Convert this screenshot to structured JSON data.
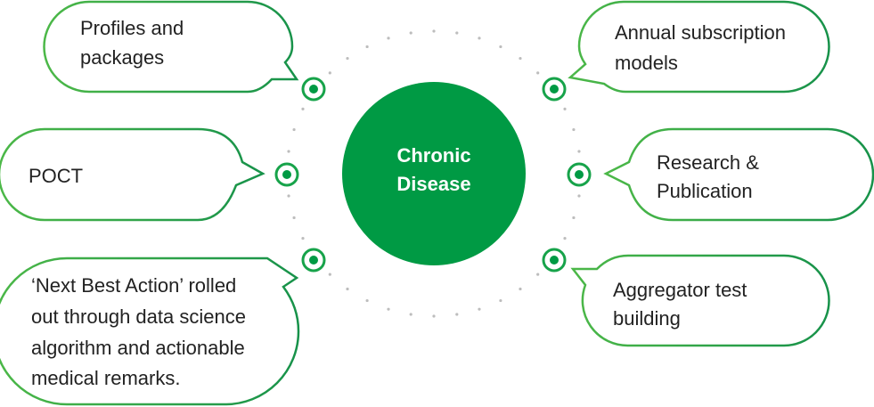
{
  "center": {
    "lines": [
      "Chronic",
      "Disease"
    ]
  },
  "bubbles": [
    {
      "lines": [
        "Profiles and",
        "packages"
      ]
    },
    {
      "lines": [
        "POCT"
      ]
    },
    {
      "lines": [
        "‘Next Best Action’ rolled",
        "out through data science",
        "algorithm and actionable",
        "medical remarks."
      ]
    },
    {
      "lines": [
        "Annual subscription",
        "models"
      ]
    },
    {
      "lines": [
        "Research &",
        "Publication"
      ]
    },
    {
      "lines": [
        "Aggregator test",
        "building"
      ]
    }
  ],
  "colors": {
    "primary": "#009a44",
    "stroke_light": "#4cb848",
    "dots": "#bdbdbd"
  }
}
